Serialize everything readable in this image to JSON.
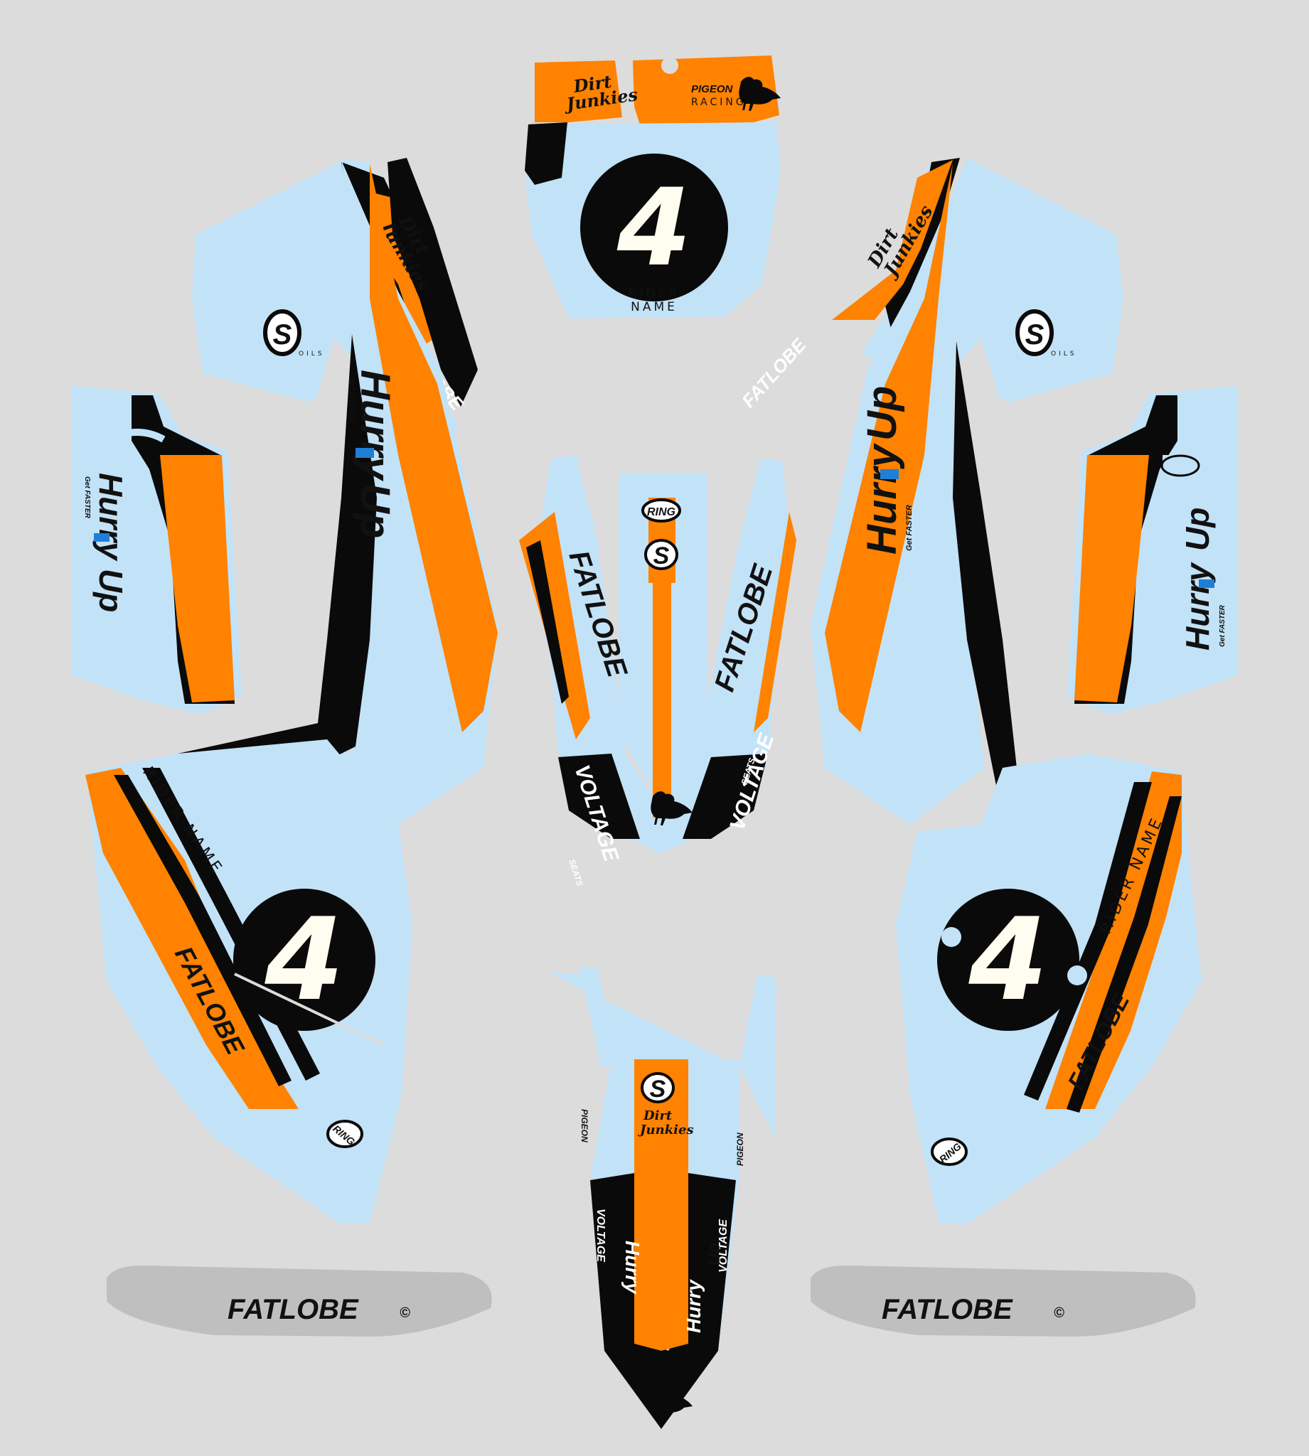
{
  "colors": {
    "background": "#dcdcdc",
    "baby_blue": "#c2e2f7",
    "orange": "#ff8200",
    "black": "#0a0a0a",
    "number_fill": "#fffdf0",
    "hurry_blue": "#1f7fd6",
    "seat_gray": "#bfbfbf"
  },
  "rider_number": "4",
  "rider_name": "RIDER NAME",
  "rider_name_l1": "RIDER",
  "rider_name_l2": "NAME",
  "brands": {
    "fatlobe": "FATLOBE",
    "copyright": "©",
    "hurryup_a": "Hurry",
    "hurryup_b": "Up",
    "hurryup_tag": "Get FASTER",
    "voltage": "VOLTAGE",
    "seats": "SEATS",
    "ring": "RING",
    "s_logo": "S",
    "oils": "OILS",
    "dirt_junkies_1": "Dirt",
    "dirt_junkies_2": "Junkies",
    "pigeon": "PIGEON",
    "racing": "RACING"
  },
  "icons": [
    "pigeon-icon",
    "s-oils-logo",
    "ring-logo"
  ]
}
